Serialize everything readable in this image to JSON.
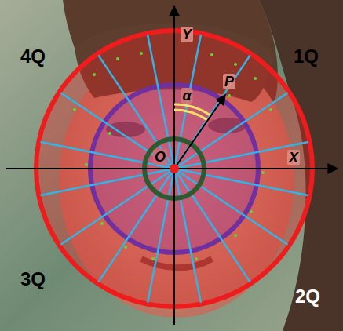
{
  "diagram": {
    "labels": [
      "4Q",
      "1Q",
      "Y",
      "P",
      "α",
      "O",
      "X",
      "3Q",
      "2Q"
    ]
  }
}
